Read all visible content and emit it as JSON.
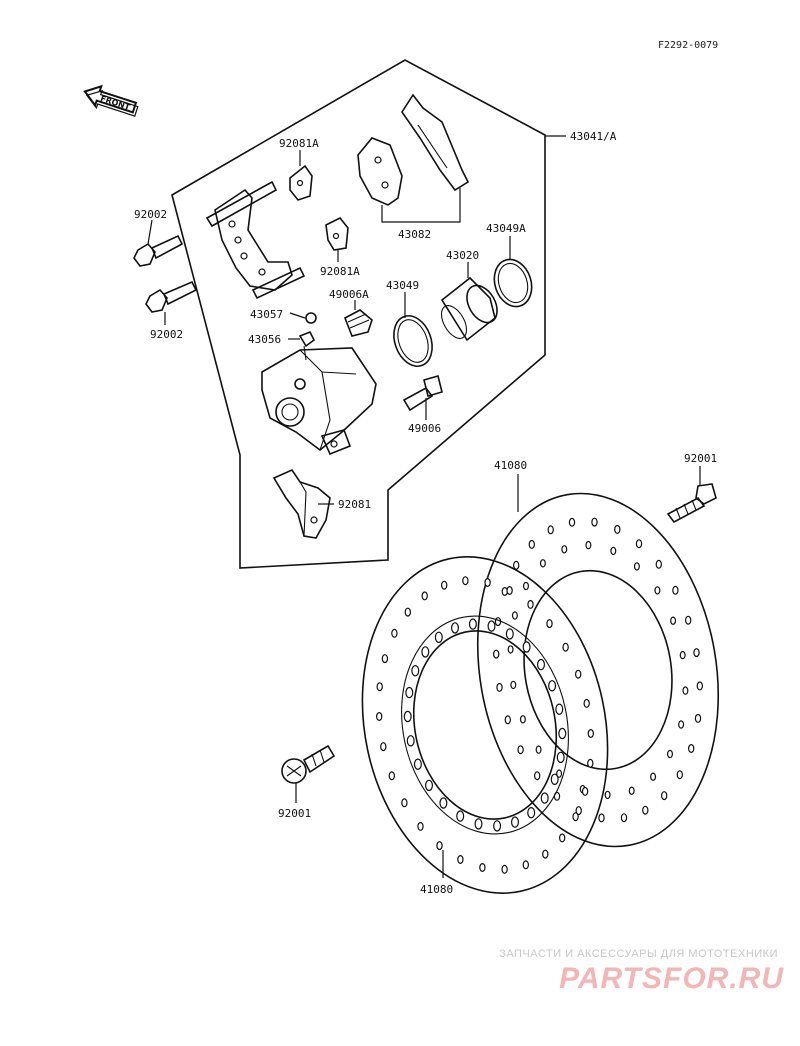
{
  "ref_code": "F2292-0079",
  "front_label": "FRONT",
  "callouts": {
    "p43041": "43041/A",
    "p92081A_top": "92081A",
    "p43082": "43082",
    "p92002_top": "92002",
    "p92081A_mid": "92081A",
    "p43049A": "43049A",
    "p43020": "43020",
    "p49006A": "49006A",
    "p43049": "43049",
    "p43057": "43057",
    "p92002_bot": "92002",
    "p43056": "43056",
    "p49006": "49006",
    "p92081": "92081",
    "p41080_top": "41080",
    "p92001_right": "92001",
    "p92001_left": "92001",
    "p41080_bot": "41080"
  },
  "watermark": {
    "tagline": "ЗАПЧАСТИ И АКСЕССУАРЫ ДЛЯ МОТОТЕХНИКИ",
    "logo": "PARTSFOR.RU"
  }
}
